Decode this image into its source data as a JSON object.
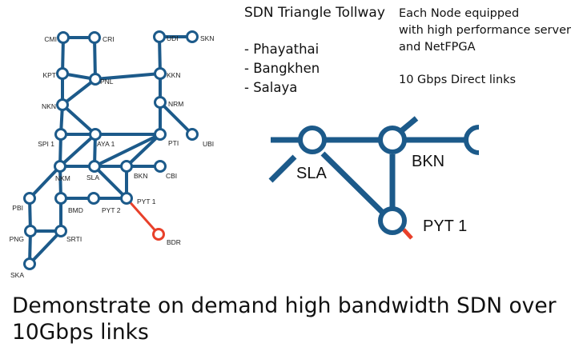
{
  "heading": {
    "title": "SDN Triangle Tollway",
    "sites": [
      "- Phayathai",
      "- Bangkhen",
      "- Salaya"
    ]
  },
  "notes": {
    "line1": "Each Node equipped",
    "line2": "with high performance server",
    "line3": "and NetFPGA",
    "links": "10 Gbps Direct links"
  },
  "caption": {
    "line1": "Demonstrate on demand high bandwidth  SDN over",
    "line2": "10Gbps links"
  },
  "colors": {
    "link": "#1c5a8a",
    "highlight": "#e8402a"
  },
  "map": {
    "nodes": [
      {
        "id": "CMI",
        "label": "CMI"
      },
      {
        "id": "CRI",
        "label": "CRI"
      },
      {
        "id": "UDI",
        "label": "UDI"
      },
      {
        "id": "SKN",
        "label": "SKN"
      },
      {
        "id": "KPT",
        "label": "KPT"
      },
      {
        "id": "PNL",
        "label": "PNL"
      },
      {
        "id": "KKN",
        "label": "KKN"
      },
      {
        "id": "NKN",
        "label": "NKN"
      },
      {
        "id": "NRM",
        "label": "NRM"
      },
      {
        "id": "SPI1",
        "label": "SPI 1"
      },
      {
        "id": "AYA1",
        "label": "AYA 1"
      },
      {
        "id": "PTI",
        "label": "PTI"
      },
      {
        "id": "UBI",
        "label": "UBI"
      },
      {
        "id": "NKM",
        "label": "NKM"
      },
      {
        "id": "SLA",
        "label": "SLA"
      },
      {
        "id": "BKN",
        "label": "BKN"
      },
      {
        "id": "CBI",
        "label": "CBI"
      },
      {
        "id": "PBI",
        "label": "PBI"
      },
      {
        "id": "BMD",
        "label": "BMD"
      },
      {
        "id": "PYT2",
        "label": "PYT 2"
      },
      {
        "id": "PYT1",
        "label": "PYT 1"
      },
      {
        "id": "PNG",
        "label": "PNG"
      },
      {
        "id": "SRTI",
        "label": "SRTI"
      },
      {
        "id": "BDR",
        "label": "BDR"
      },
      {
        "id": "SKA",
        "label": "SKA"
      }
    ],
    "links": [
      [
        "CMI",
        "CRI"
      ],
      [
        "CMI",
        "KPT"
      ],
      [
        "CRI",
        "PNL"
      ],
      [
        "KPT",
        "PNL"
      ],
      [
        "KPT",
        "NKN"
      ],
      [
        "PNL",
        "NKN"
      ],
      [
        "PNL",
        "KKN"
      ],
      [
        "UDI",
        "SKN"
      ],
      [
        "UDI",
        "KKN"
      ],
      [
        "KKN",
        "NRM"
      ],
      [
        "NRM",
        "PTI"
      ],
      [
        "NRM",
        "UBI"
      ],
      [
        "NKN",
        "SPI1"
      ],
      [
        "NKN",
        "AYA1"
      ],
      [
        "SPI1",
        "AYA1"
      ],
      [
        "AYA1",
        "PTI"
      ],
      [
        "SPI1",
        "NKM"
      ],
      [
        "AYA1",
        "NKM"
      ],
      [
        "AYA1",
        "SLA"
      ],
      [
        "PTI",
        "SLA"
      ],
      [
        "PTI",
        "BKN"
      ],
      [
        "NKM",
        "SLA"
      ],
      [
        "SLA",
        "BKN"
      ],
      [
        "BKN",
        "CBI"
      ],
      [
        "SLA",
        "PYT1"
      ],
      [
        "BKN",
        "PYT1"
      ],
      [
        "NKM",
        "PBI"
      ],
      [
        "NKM",
        "BMD"
      ],
      [
        "BMD",
        "PYT2"
      ],
      [
        "PYT2",
        "PYT1"
      ],
      [
        "PBI",
        "PNG"
      ],
      [
        "PNG",
        "SRTI"
      ],
      [
        "BMD",
        "SRTI"
      ],
      [
        "PNG",
        "SKA"
      ],
      [
        "SRTI",
        "SKA"
      ]
    ],
    "highlight_links": [
      [
        "PYT1",
        "BDR"
      ]
    ]
  },
  "zoom": {
    "nodes": [
      {
        "id": "SLA",
        "label": "SLA"
      },
      {
        "id": "BKN",
        "label": "BKN"
      },
      {
        "id": "PYT1",
        "label": "PYT 1"
      }
    ]
  }
}
